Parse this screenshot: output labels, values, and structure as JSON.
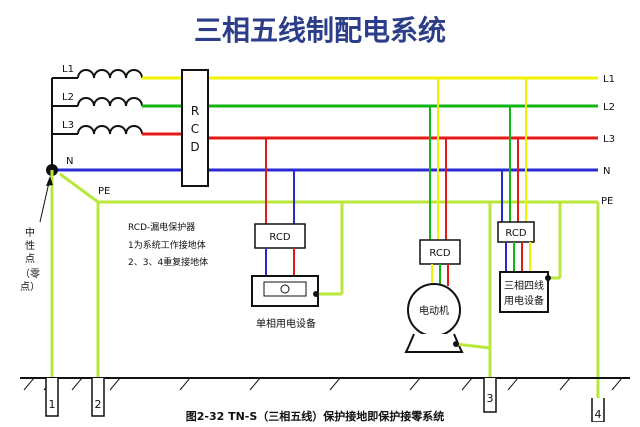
{
  "title": "三相五线制配电系统",
  "lines": {
    "l1_left": "L1",
    "l2_left": "L2",
    "l3_left": "L3",
    "n_left": "N",
    "l1_right": "L1",
    "l2_right": "L2",
    "l3_right": "L3",
    "n_right": "N",
    "pe_left": "PE",
    "pe_right": "PE"
  },
  "rcd_main_letters": [
    "R",
    "C",
    "D"
  ],
  "rcd_label": "RCD",
  "neutral_point": {
    "line1": "中",
    "line2": "性",
    "line3": "点",
    "line4": "（零",
    "line5": "点）"
  },
  "legend": {
    "line1": "RCD-漏电保护器",
    "line2": "1为系统工作接地体",
    "line3": "2、3、4重复接地体"
  },
  "single_phase_equipment": "单相用电设备",
  "motor": "电动机",
  "three_phase_equipment": {
    "line1": "三相四线",
    "line2": "用电设备"
  },
  "ground_numbers": [
    "1",
    "2",
    "3",
    "4"
  ],
  "caption": "图2-32 TN-S（三相五线）保护接地即保护接零系统",
  "colors": {
    "l1": "#f2f200",
    "l2": "#12b612",
    "l3": "#e41a1a",
    "n": "#2a2ad0",
    "pe": "#b8e83a",
    "black": "#111111",
    "title": "#2c3e8a"
  }
}
